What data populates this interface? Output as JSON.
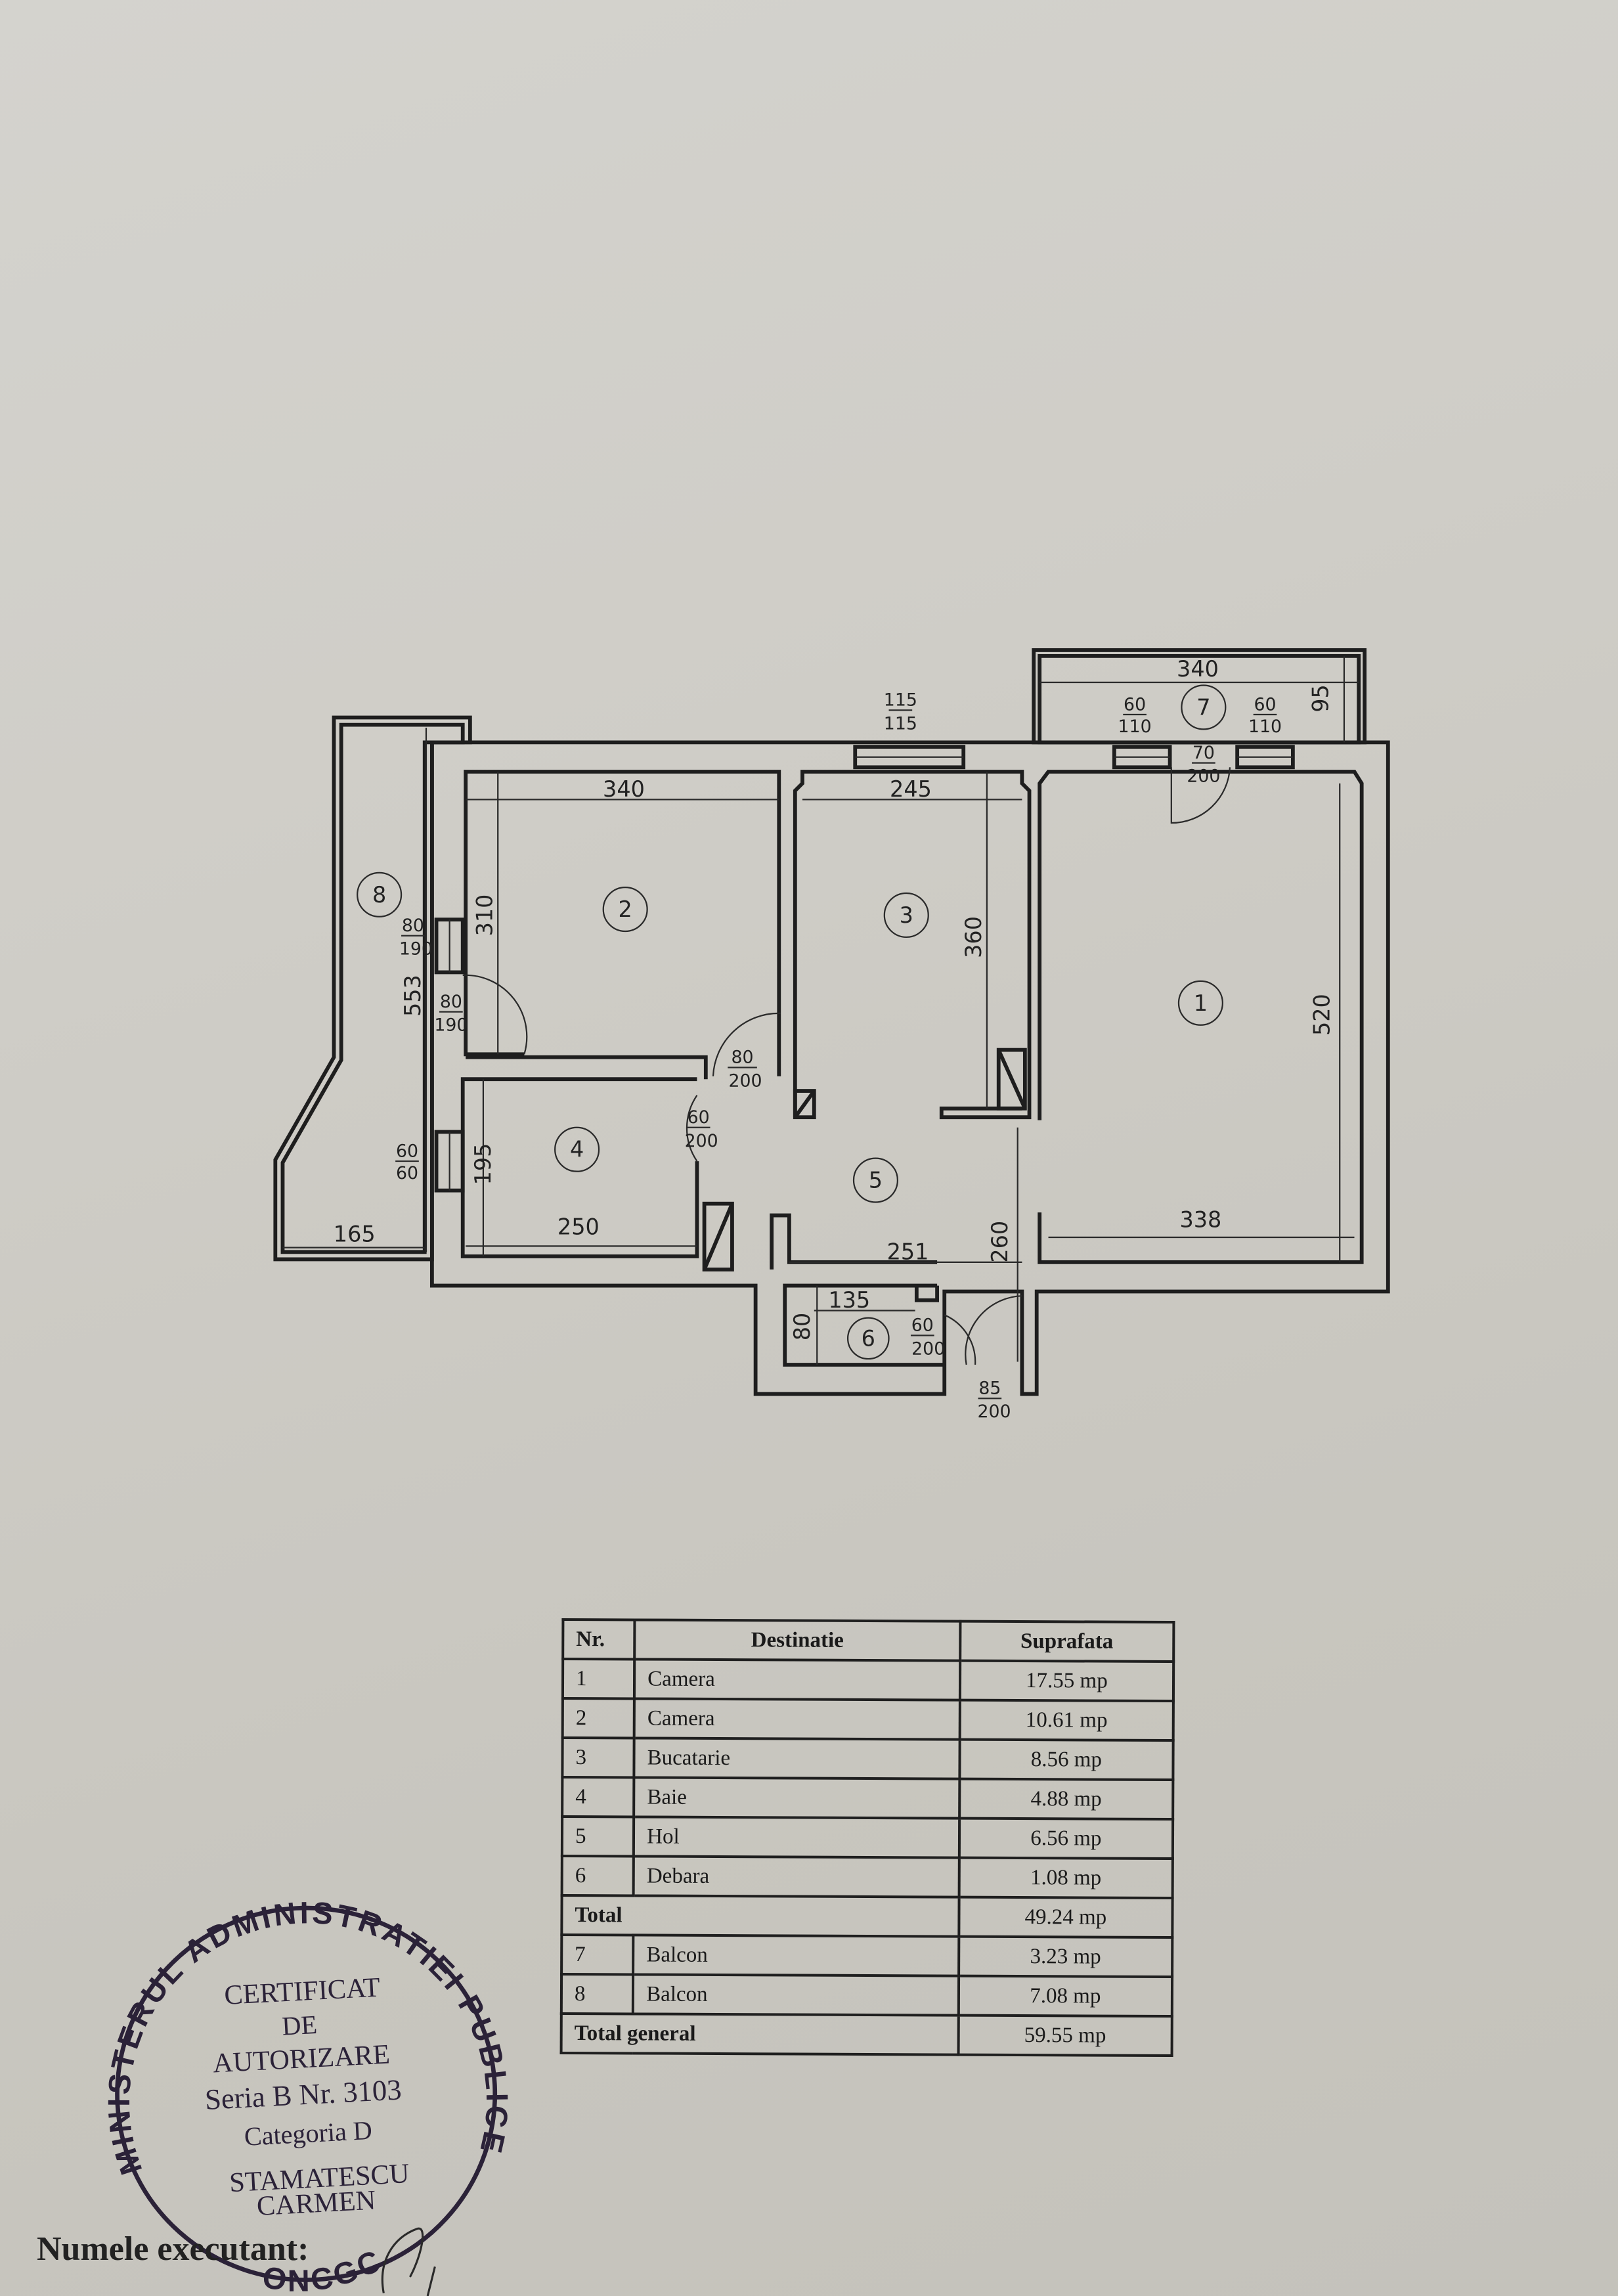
{
  "plan": {
    "rooms": {
      "r1": "1",
      "r2": "2",
      "r3": "3",
      "r4": "4",
      "r5": "5",
      "r6": "6",
      "r7": "7",
      "r8": "8"
    },
    "dims": {
      "win_top_kitchen_a": "115",
      "win_top_kitchen_b": "115",
      "balcony7_width": "340",
      "balcony7_depth": "95",
      "win7_left_a": "60",
      "win7_left_b": "110",
      "win7_right_a": "60",
      "win7_right_b": "110",
      "door7_a": "70",
      "door7_b": "200",
      "room2_width": "340",
      "room2_height": "310",
      "room3_width": "245",
      "room3_height": "360",
      "room1_height": "520",
      "room1_width": "338",
      "balcony8_length": "553",
      "balcony8_width": "165",
      "win8_a": "80",
      "win8_b": "190",
      "door8_a": "80",
      "door8_b": "190",
      "door3_a": "80",
      "door3_b": "200",
      "win4_a": "60",
      "win4_b": "60",
      "room4_height": "195",
      "room4_width": "250",
      "door4_a": "60",
      "door4_b": "200",
      "hall_width": "251",
      "hall_height": "260",
      "room6_width": "135",
      "room6_height": "80",
      "door6_a": "60",
      "door6_b": "200",
      "entry_a": "85",
      "entry_b": "200"
    }
  },
  "table": {
    "headers": {
      "nr": "Nr.",
      "dest": "Destinatie",
      "supr": "Suprafata"
    },
    "rows": [
      {
        "nr": "1",
        "dest": "Camera",
        "supr": "17.55 mp"
      },
      {
        "nr": "2",
        "dest": "Camera",
        "supr": "10.61 mp"
      },
      {
        "nr": "3",
        "dest": "Bucatarie",
        "supr": "8.56 mp"
      },
      {
        "nr": "4",
        "dest": "Baie",
        "supr": "4.88 mp"
      },
      {
        "nr": "5",
        "dest": "Hol",
        "supr": "6.56 mp"
      },
      {
        "nr": "6",
        "dest": "Debara",
        "supr": "1.08 mp"
      }
    ],
    "total": {
      "label": "Total",
      "supr": "49.24 mp"
    },
    "rows2": [
      {
        "nr": "7",
        "dest": "Balcon",
        "supr": "3.23 mp"
      },
      {
        "nr": "8",
        "dest": "Balcon",
        "supr": "7.08 mp"
      }
    ],
    "total_general": {
      "label": "Total general",
      "supr": "59.55 mp"
    }
  },
  "stamp": {
    "ring": "MINISTERUL ADMINISTRATIEI PUBLICE",
    "bottom": "ONCGC",
    "line1": "CERTIFICAT",
    "line2": "DE",
    "line3": "AUTORIZARE",
    "line4": "Seria B Nr. 3103",
    "line5": "Categoria D",
    "line6": "STAMATESCU",
    "line7": "CARMEN",
    "color": "#2b2238"
  },
  "footer": {
    "label": "Numele executant:"
  }
}
